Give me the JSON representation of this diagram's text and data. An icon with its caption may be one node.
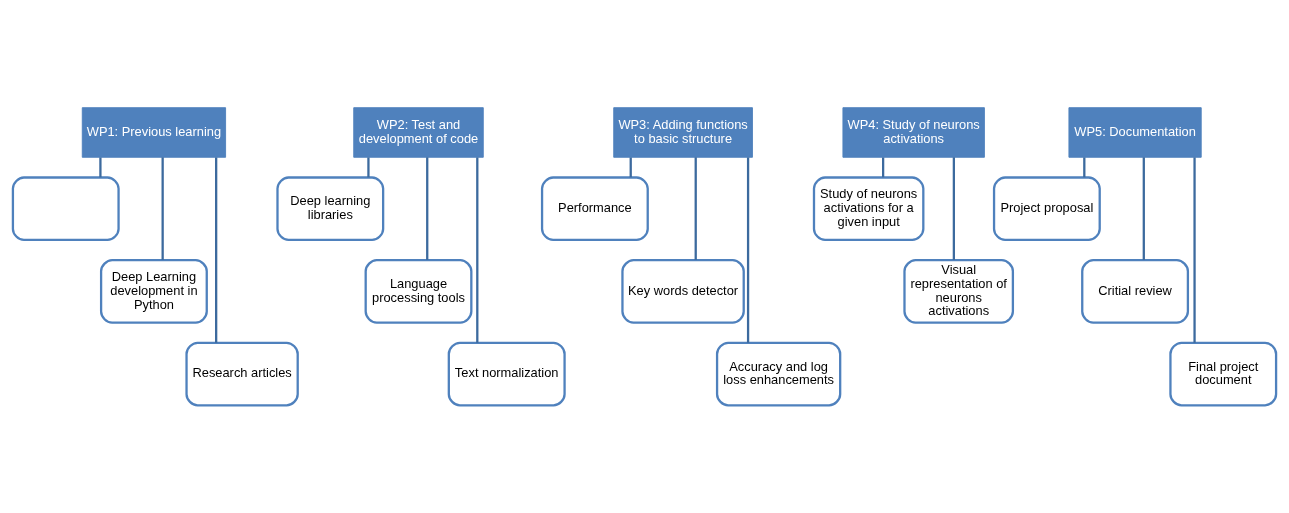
{
  "diagram": {
    "nodes": [
      {
        "text": [
          "WP1: Previous learning"
        ]
      },
      {
        "text": [],
        "shape": "box"
      },
      {
        "text": [
          "Deep Learning development in Python"
        ]
      },
      {
        "text": [
          "Research articles"
        ]
      },
      {
        "text": [
          "WP2: Test and development of code"
        ]
      },
      {
        "text": [
          "Deep learning libraries"
        ]
      },
      {
        "text": [
          "Language processing tools"
        ]
      },
      {
        "text": [
          "Text normalization"
        ]
      },
      {
        "text": [
          "WP3: Adding functions to basic structure"
        ]
      },
      {
        "text": [
          "Performance"
        ]
      },
      {
        "text": [
          "Key words detector"
        ]
      },
      {
        "text": [
          "Accuracy and log loss enhancements"
        ]
      },
      {
        "text": [
          "WP4: Study of neurons activations"
        ]
      },
      {
        "text": [
          "Study of neurons activations for a given input"
        ]
      },
      {
        "text": [
          "Visual representation of neurons activations"
        ]
      },
      {
        "text": [
          "WP5: Documentation"
        ]
      },
      {
        "text": [
          "Project proposal"
        ]
      },
      {
        "text": [
          "Critial review"
        ]
      },
      {
        "text": [
          "Final project document"
        ]
      }
    ],
    "edges": [
      {
        "from": 0,
        "to": 1,
        "arrow": "none"
      },
      {
        "from": 0,
        "to": 2,
        "arrow": "none"
      },
      {
        "from": 0,
        "to": 3,
        "arrow": "none"
      },
      {
        "from": 4,
        "to": 5,
        "arrow": "none"
      },
      {
        "from": 4,
        "to": 6,
        "arrow": "none"
      },
      {
        "from": 4,
        "to": 7,
        "arrow": "none"
      },
      {
        "from": 8,
        "to": 9,
        "arrow": "none"
      },
      {
        "from": 8,
        "to": 10,
        "arrow": "none"
      },
      {
        "from": 8,
        "to": 11,
        "arrow": "none"
      },
      {
        "from": 12,
        "to": 13,
        "arrow": "none"
      },
      {
        "from": 12,
        "to": 14,
        "arrow": "none"
      },
      {
        "from": 15,
        "to": 16,
        "arrow": "none"
      },
      {
        "from": 15,
        "to": 17,
        "arrow": "none"
      },
      {
        "from": 15,
        "to": 18,
        "arrow": "none"
      }
    ]
  }
}
